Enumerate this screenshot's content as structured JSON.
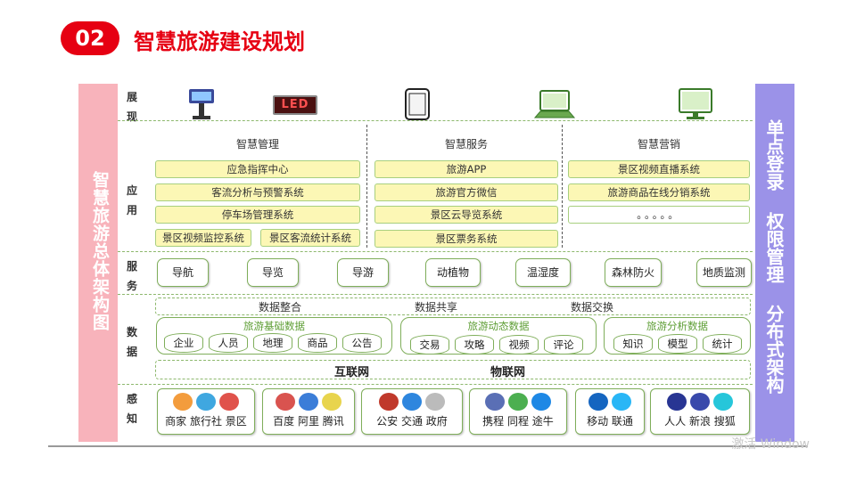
{
  "header": {
    "number": "02",
    "title": "智慧旅游建设规划"
  },
  "left_banner": "智慧旅游总体架构图",
  "right_banner": [
    "单点登录",
    "权限管理",
    "分布式架构"
  ],
  "rows": {
    "display": "展现",
    "app": "应用",
    "service": "服务",
    "data": "数据",
    "sense": "感知"
  },
  "display_devices": {
    "led_text": "LED"
  },
  "app_sections": [
    {
      "title": "智慧管理",
      "items": [
        "应急指挥中心",
        "客流分析与预警系统",
        "停车场管理系统",
        "景区视频监控系统",
        "景区客流统计系统"
      ]
    },
    {
      "title": "智慧服务",
      "items": [
        "旅游APP",
        "旅游官方微信",
        "景区云导览系统",
        "景区票务系统"
      ]
    },
    {
      "title": "智慧营销",
      "items": [
        "景区视频直播系统",
        "旅游商品在线分销系统",
        "。。。。。"
      ]
    }
  ],
  "services": [
    "导航",
    "导览",
    "导游",
    "动植物",
    "温湿度",
    "森林防火",
    "地质监测"
  ],
  "data_ops": [
    "数据整合",
    "数据共享",
    "数据交换"
  ],
  "data_groups": [
    {
      "title": "旅游基础数据",
      "items": [
        "企业",
        "人员",
        "地理",
        "商品",
        "公告"
      ]
    },
    {
      "title": "旅游动态数据",
      "items": [
        "交易",
        "攻略",
        "视频",
        "评论"
      ]
    },
    {
      "title": "旅游分析数据",
      "items": [
        "知识",
        "模型",
        "统计"
      ]
    }
  ],
  "networks": [
    "互联网",
    "物联网"
  ],
  "sense_groups": [
    {
      "label": "商家 旅行社 景区",
      "icons": [
        "merchant-icon",
        "travel-agency-icon",
        "scenic-spot-icon"
      ]
    },
    {
      "label": "百度 阿里 腾讯",
      "icons": [
        "baidu-icon",
        "ali-icon",
        "tencent-icon"
      ]
    },
    {
      "label": "公安 交通 政府",
      "icons": [
        "police-icon",
        "traffic-icon",
        "government-icon"
      ]
    },
    {
      "label": "携程 同程 途牛",
      "icons": [
        "ctrip-icon",
        "tongcheng-icon",
        "tuniu-icon"
      ]
    },
    {
      "label": "移动 联通",
      "icons": [
        "mobile-icon",
        "unicom-icon"
      ]
    },
    {
      "label": "人人 新浪 搜狐",
      "icons": [
        "renren-icon",
        "sina-icon",
        "sohu-icon"
      ]
    }
  ],
  "watermark": "激活 Window",
  "colors": {
    "accent_red": "#e60012",
    "left_banner": "#f8b3bb",
    "right_banner": "#9b92e8",
    "app_fill": "#fcf7b5",
    "border_green": "#7fae5a",
    "data_title_green": "#5e9e35"
  }
}
